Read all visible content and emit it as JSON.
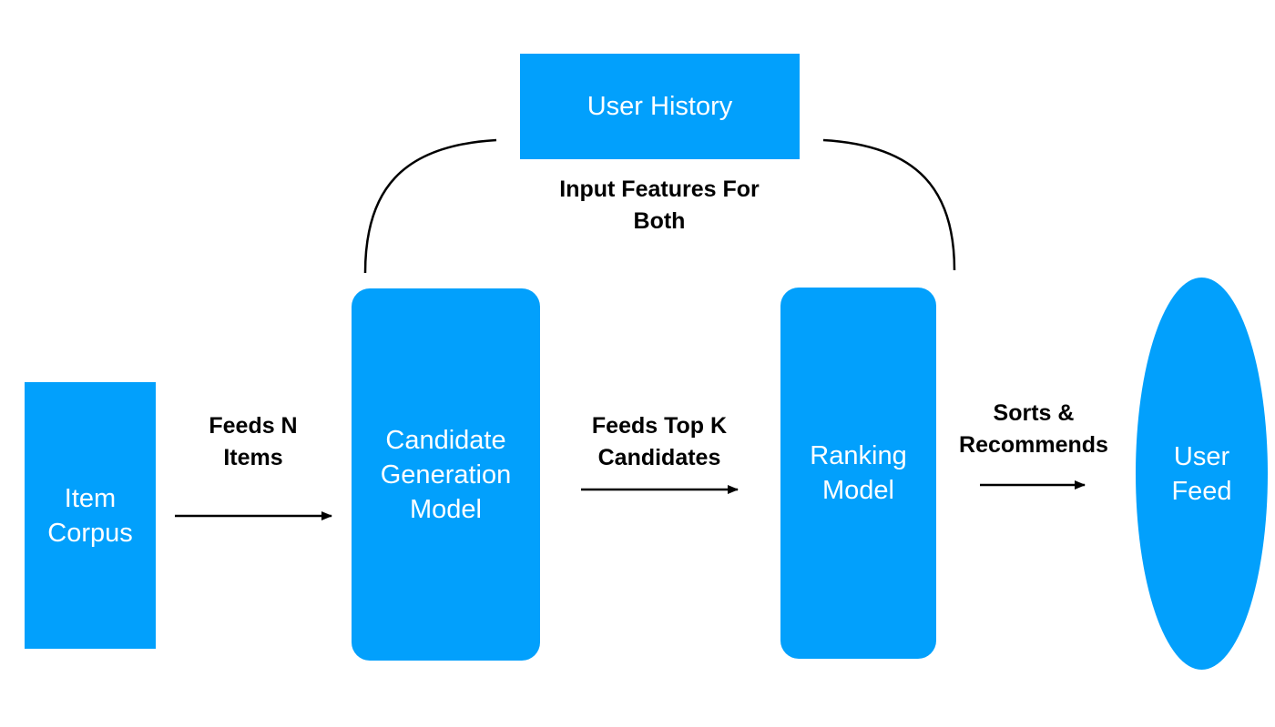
{
  "colors": {
    "node_fill": "#02a0fc",
    "node_text": "#ffffff",
    "label_text": "#000000",
    "connector": "#000000"
  },
  "nodes": {
    "item_corpus": "Item\nCorpus",
    "candidate_generation": "Candidate\nGeneration\nModel",
    "ranking": "Ranking\nModel",
    "user_feed": "User\nFeed",
    "user_history": "User History"
  },
  "edges": {
    "corpus_to_candidate": "Feeds N\nItems",
    "candidate_to_ranking": "Feeds Top K\nCandidates",
    "ranking_to_feed": "Sorts &\nRecommends",
    "history_to_models": "Input Features For\nBoth"
  }
}
